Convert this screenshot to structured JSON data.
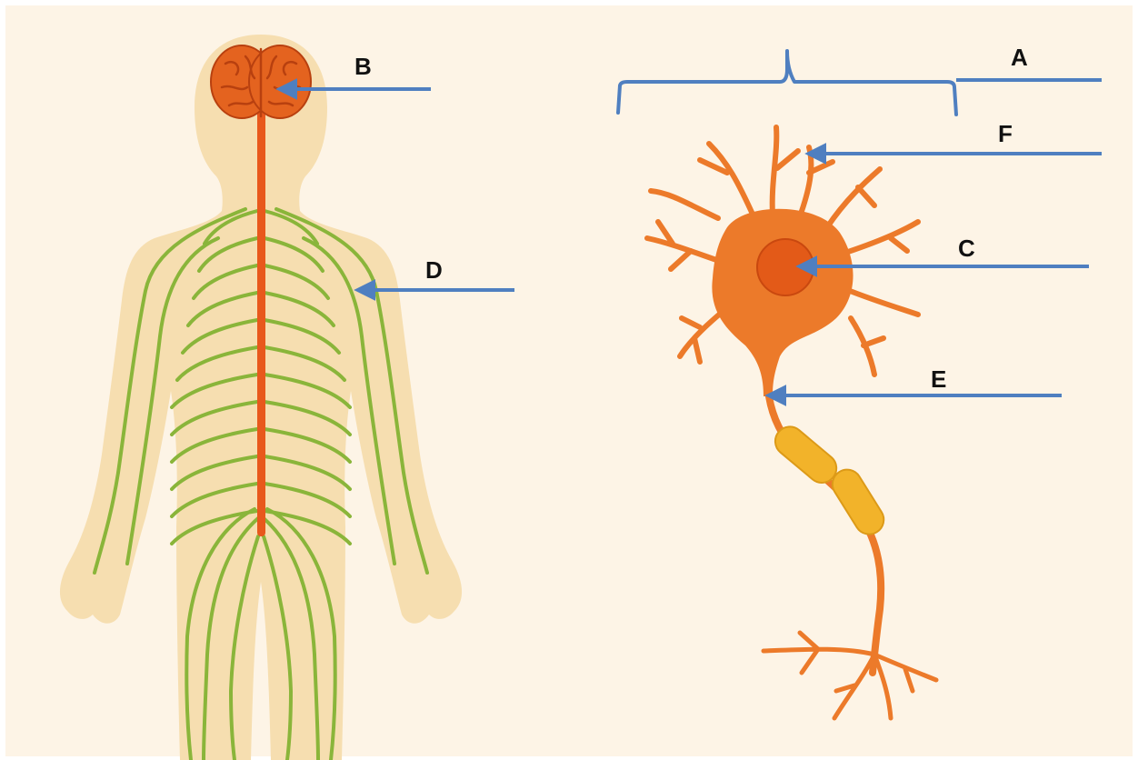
{
  "colors": {
    "background": "#fdf4e6",
    "frame": "#ffffff",
    "body_silhouette": "#f6deb0",
    "brain": "#e4631f",
    "brain_outline": "#b8400f",
    "spinal_cord": "#e8581c",
    "nerves": "#8ab53a",
    "neuron": "#ec7a2a",
    "nucleus": "#e35a18",
    "myelin": "#f2b32a",
    "label_arrow": "#4f7fc0",
    "label_text": "#111111"
  },
  "labels": {
    "a": "A",
    "b": "B",
    "c": "C",
    "d": "D",
    "e": "E",
    "f": "F"
  }
}
